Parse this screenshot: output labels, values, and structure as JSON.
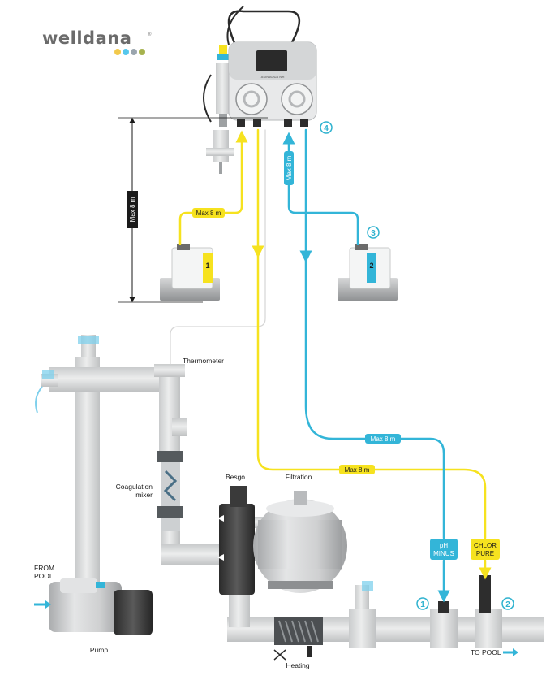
{
  "brand": {
    "name": "welldana",
    "trademark": "®",
    "dot_colors": [
      "#f2c94c",
      "#56c7ec",
      "#9aa5ae",
      "#a6b24d"
    ]
  },
  "controller": {
    "model_label": "ASIN AQUA Net"
  },
  "labels": {
    "thermometer": "Thermometer",
    "coagulation_mixer_line1": "Coagulation",
    "coagulation_mixer_line2": "mixer",
    "besgo": "Besgo",
    "filtration": "Filtration",
    "from_pool_line1": "FROM",
    "from_pool_line2": "POOL",
    "pump": "Pump",
    "heating": "Heating",
    "to_pool": "TO POOL"
  },
  "distances": {
    "height_max": "Max 8 m",
    "yellow_suction": "Max 8 m",
    "blue_suction": "Max 8 m",
    "blue_injection": "Max 8 m",
    "yellow_injection": "Max 8 m"
  },
  "tags": {
    "ph_line1": "pH",
    "ph_line2": "MINUS",
    "chlor_line1": "CHLOR",
    "chlor_line2": "PURE"
  },
  "markers": {
    "m1": "1",
    "m2": "2",
    "m3": "3",
    "m4": "4"
  },
  "canisters": {
    "left_number": "1",
    "right_number": "2"
  },
  "colors": {
    "yellow": "#f6e21f",
    "blue": "#33b5d8",
    "teal_marker": "#2fb2cf",
    "pipe": "#d8dadb"
  }
}
